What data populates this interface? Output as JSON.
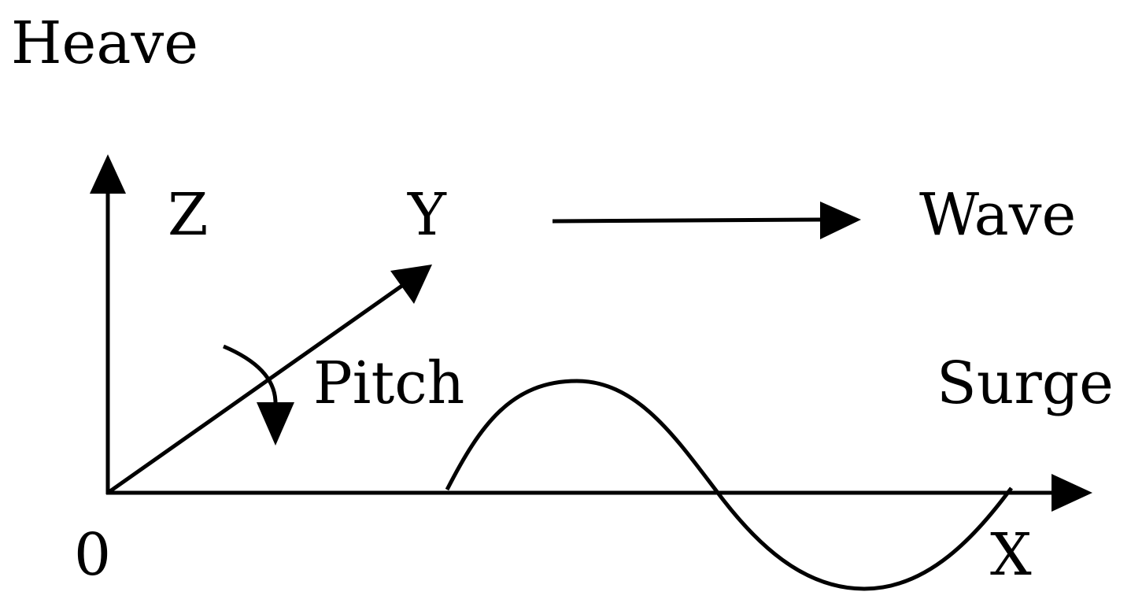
{
  "labels": {
    "heave": "Heave",
    "z": "Z",
    "y": "Y",
    "wave": "Wave",
    "pitch": "Pitch",
    "surge": "Surge",
    "origin": "0",
    "x": "X"
  },
  "colors": {
    "ink": "#000000",
    "background": "#ffffff"
  }
}
